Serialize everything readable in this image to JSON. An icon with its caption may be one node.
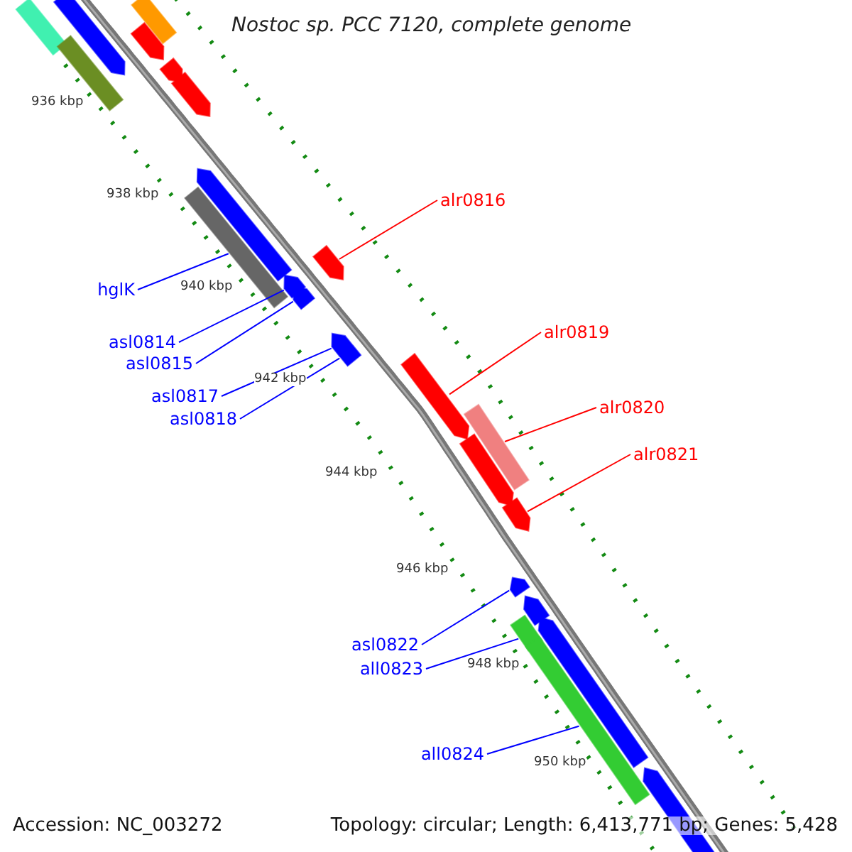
{
  "diagram": {
    "title": "Nostoc sp. PCC 7120, complete genome",
    "nodes": [
      {
        "text": [
          "hglK"
        ]
      },
      {
        "text": [
          "asl0814"
        ]
      },
      {
        "text": [
          "asl0815"
        ]
      },
      {
        "text": [
          "asl0817"
        ]
      },
      {
        "text": [
          "asl0818"
        ]
      },
      {
        "text": [
          "alr0816"
        ]
      },
      {
        "text": [
          "alr0819"
        ]
      },
      {
        "text": [
          "alr0820"
        ]
      },
      {
        "text": [
          "alr0821"
        ]
      },
      {
        "text": [
          "asl0822"
        ]
      },
      {
        "text": [
          "all0823"
        ]
      },
      {
        "text": [
          "all0824"
        ]
      },
      {
        "text": [],
        "shape": "bar"
      },
      {
        "text": [],
        "shape": "pentagon"
      },
      {
        "text": [],
        "shape": "bar"
      },
      {
        "text": [],
        "shape": "bar"
      },
      {
        "text": [],
        "shape": "pentagon"
      },
      {
        "text": [],
        "shape": "pentagon"
      },
      {
        "text": [],
        "shape": "pentagon"
      },
      {
        "text": [],
        "shape": "pentagon"
      },
      {
        "text": [],
        "shape": "bar"
      },
      {
        "text": [],
        "shape": "pentagon"
      },
      {
        "text": [],
        "shape": "pentagon"
      },
      {
        "text": [],
        "shape": "pentagon"
      },
      {
        "text": [],
        "shape": "pentagon"
      },
      {
        "text": [],
        "shape": "pentagon"
      },
      {
        "text": [],
        "shape": "pentagon"
      },
      {
        "text": [],
        "shape": "bar"
      },
      {
        "text": [],
        "shape": "pentagon"
      },
      {
        "text": [],
        "shape": "pentagon"
      },
      {
        "text": [],
        "shape": "pentagon"
      },
      {
        "text": [],
        "shape": "pentagon"
      },
      {
        "text": [],
        "shape": "bar"
      },
      {
        "text": [],
        "shape": "pentagon"
      },
      {
        "text": [],
        "shape": "bar"
      },
      {
        "text": [],
        "shape": "pentagon"
      }
    ],
    "edges": [
      {
        "from": 0,
        "to": 20,
        "arrow": "none"
      },
      {
        "from": 1,
        "to": 21,
        "arrow": "none"
      },
      {
        "from": 2,
        "to": 23,
        "arrow": "none"
      },
      {
        "from": 3,
        "to": 24,
        "arrow": "none"
      },
      {
        "from": 4,
        "to": 25,
        "arrow": "none"
      },
      {
        "from": 5,
        "to": 22,
        "arrow": "none",
        "color": "#ff0000"
      },
      {
        "from": 6,
        "to": 26,
        "arrow": "none",
        "color": "#ff0000"
      },
      {
        "from": 7,
        "to": 27,
        "arrow": "none",
        "color": "#ff0000"
      },
      {
        "from": 8,
        "to": 29,
        "arrow": "none",
        "color": "#ff0000"
      },
      {
        "from": 9,
        "to": 30,
        "arrow": "none"
      },
      {
        "from": 10,
        "to": 32,
        "arrow": "none"
      },
      {
        "from": 11,
        "to": 34,
        "arrow": "none"
      }
    ],
    "labels": [
      "936 kbp",
      "938 kbp",
      "940 kbp",
      "942 kbp",
      "944 kbp",
      "946 kbp",
      "948 kbp",
      "950 kbp",
      "Accession: NC_003272",
      "Topology: circular; Length: 6,413,771 bp; Genes: 5,428"
    ]
  }
}
